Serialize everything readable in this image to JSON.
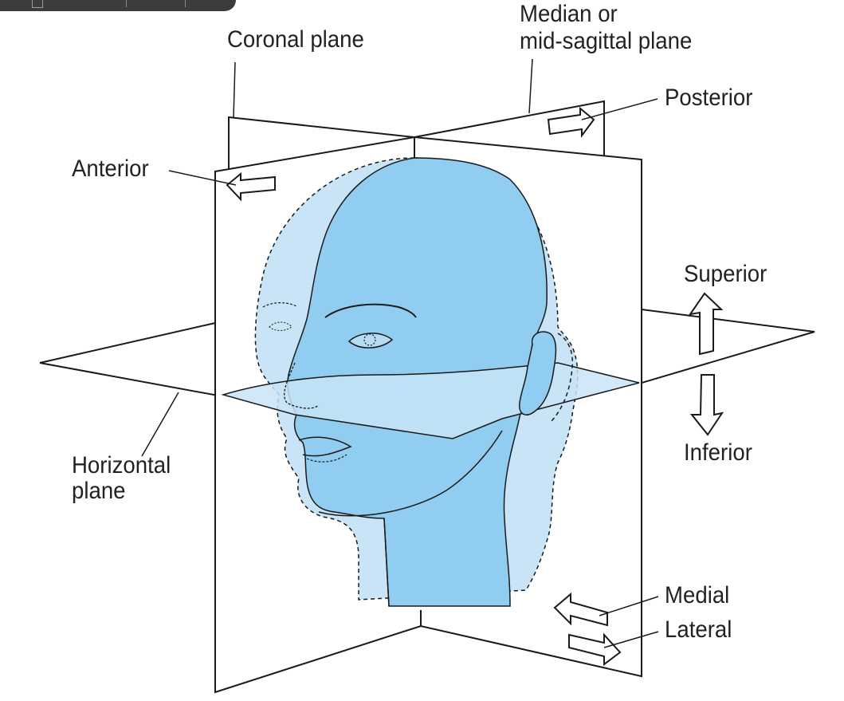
{
  "labels": {
    "coronal": "Coronal plane",
    "median_line1": "Median or",
    "median_line2": "mid-sagittal plane",
    "posterior": "Posterior",
    "anterior": "Anterior",
    "superior": "Superior",
    "inferior": "Inferior",
    "horizontal_line1": "Horizontal",
    "horizontal_line2": "plane",
    "medial": "Medial",
    "lateral": "Lateral"
  },
  "colors": {
    "head_dark": "#90cdf0",
    "head_light": "#c8e4f6",
    "outline": "#1a1a1a",
    "toolbar": "#3c3c3c"
  }
}
